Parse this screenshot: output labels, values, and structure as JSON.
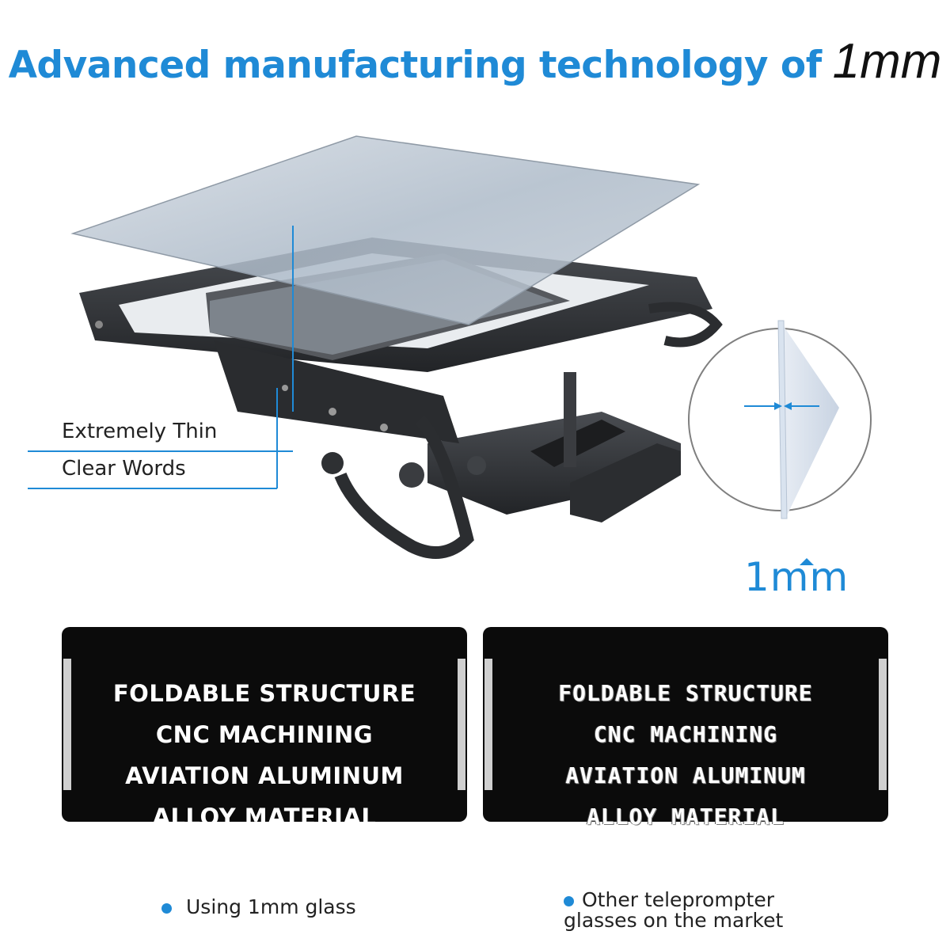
{
  "headline": {
    "text": "Advanced manufacturing technology of",
    "emphasis": "1mm"
  },
  "callouts": {
    "thin": "Extremely Thin",
    "clear": "Clear Words"
  },
  "thickness_label": "1mm",
  "panels": {
    "left": {
      "lines": [
        "FOLDABLE STRUCTURE",
        "CNC MACHINING",
        "AVIATION ALUMINUM",
        "ALLOY MATERIAL"
      ],
      "caption": "Using 1mm glass"
    },
    "right": {
      "lines": [
        "FOLDABLE STRUCTURE",
        "CNC MACHINING",
        "AVIATION ALUMINUM",
        "ALLOY MATERIAL"
      ],
      "caption": "Other teleprompter glasses on the market"
    }
  },
  "colors": {
    "accent": "#1f8ad6",
    "panel_bg": "#0b0b0b",
    "frame": "#2e3033",
    "glass": "#b9c4d0"
  }
}
